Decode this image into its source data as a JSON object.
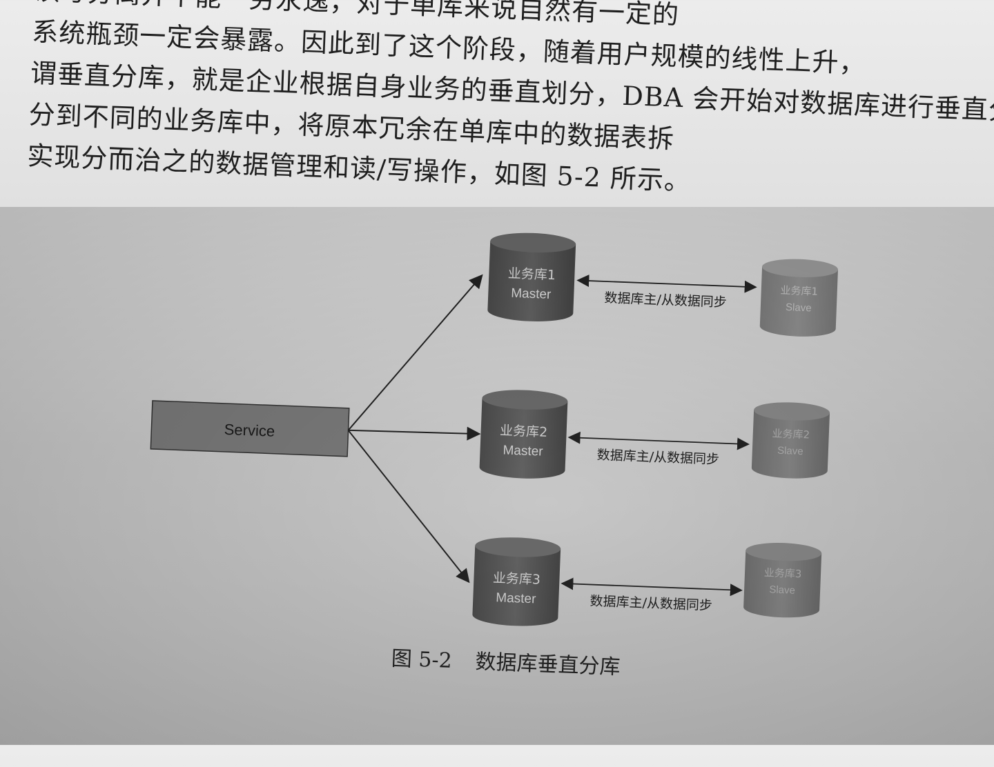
{
  "paragraph": {
    "lines": [
      "读写分离并不能一劳永逸，对于单库来说自然有一定的",
      "系统瓶颈一定会暴露。因此到了这个阶段，随着用户规模的线性上升，",
      "谓垂直分库，就是企业根据自身业务的垂直划分，DBA 会开始对数据库进行垂直分库。所",
      "分到不同的业务库中，将原本冗余在单库中的数据表拆",
      "实现分而治之的数据管理和读/写操作，如图 5-2 所示。"
    ]
  },
  "diagram": {
    "service_label": "Service",
    "masters": [
      {
        "name": "业务库1",
        "role": "Master"
      },
      {
        "name": "业务库2",
        "role": "Master"
      },
      {
        "name": "业务库3",
        "role": "Master"
      }
    ],
    "slaves": [
      {
        "name": "业务库1",
        "role": "Slave"
      },
      {
        "name": "业务库2",
        "role": "Slave"
      },
      {
        "name": "业务库3",
        "role": "Slave"
      }
    ],
    "sync_label": "数据库主/从数据同步"
  },
  "caption": {
    "number": "图 5-2",
    "title": "数据库垂直分库"
  },
  "colors": {
    "master_fill": "#5a5a5a",
    "slave_fill": "#707070",
    "service_fill": "#7a7a7a",
    "text": "#1f1f1f"
  }
}
